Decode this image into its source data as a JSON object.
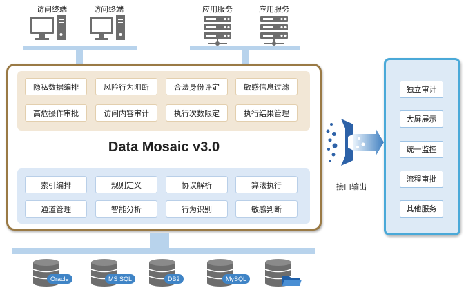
{
  "terminals": [
    {
      "label": "访问终端",
      "icon": "monitor-icon"
    },
    {
      "label": "访问终端",
      "icon": "monitor-icon"
    }
  ],
  "servers": [
    {
      "label": "应用服务",
      "icon": "server-icon"
    },
    {
      "label": "应用服务",
      "icon": "server-icon"
    }
  ],
  "title": "Data Mosaic v3.0",
  "top_functions": [
    "隐私数据编排",
    "风险行为阻断",
    "合法身份评定",
    "敏感信息过滤",
    "高危操作审批",
    "访问内容审计",
    "执行次数限定",
    "执行结果管理"
  ],
  "bottom_functions": [
    "索引编排",
    "规则定义",
    "协议解析",
    "算法执行",
    "通道管理",
    "智能分析",
    "行为识别",
    "敏感判断"
  ],
  "interface_label": "接口输出",
  "outputs": [
    "独立审计",
    "大屏展示",
    "统一监控",
    "流程审批",
    "其他服务"
  ],
  "databases": [
    {
      "label": "Oracle",
      "icon": "database-icon"
    },
    {
      "label": "MS SQL",
      "icon": "database-icon"
    },
    {
      "label": "DB2",
      "icon": "database-icon"
    },
    {
      "label": "MySQL",
      "icon": "database-icon"
    },
    {
      "label": "",
      "icon": "folder-icon"
    }
  ],
  "colors": {
    "core_border": "#9a7a45",
    "top_area": "#f2e7d6",
    "bottom_area": "#dce8f6",
    "output_border": "#4aa9d8",
    "connector": "#b8d3ec",
    "database": "#6b6b6b",
    "db_badge": "#3f84c6"
  }
}
